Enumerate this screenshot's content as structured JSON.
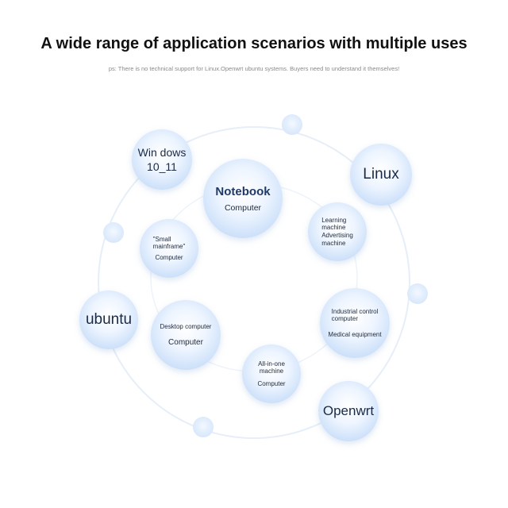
{
  "header": {
    "title": "A wide range of application scenarios with multiple uses",
    "note": "ps: There is no technical support for Linux.Openwrt ubuntu systems. Buyers need to understand it themselves!"
  },
  "systems": {
    "windows": "Win dows\n10_11",
    "linux": "Linux",
    "ubuntu": "ubuntu",
    "openwrt": "Openwrt"
  },
  "scenarios": {
    "notebook": {
      "title": "Notebook",
      "sub": "Computer"
    },
    "small_mainframe": {
      "title": "\"Small\nmainframe\"",
      "sub": "Computer"
    },
    "learning": {
      "title": "Learning\nmachine\nAdvertising\nmachine"
    },
    "desktop": {
      "title": "Desktop computer",
      "sub": "Computer"
    },
    "industrial": {
      "title": "Industrial control\ncomputer",
      "sub": "Medical equipment"
    },
    "all_in_one": {
      "title": "All-in-one\nmachine",
      "sub": "Computer"
    }
  },
  "colors": {
    "ring": "#e6eef8",
    "bubble_edge": "#a9c9f0"
  }
}
